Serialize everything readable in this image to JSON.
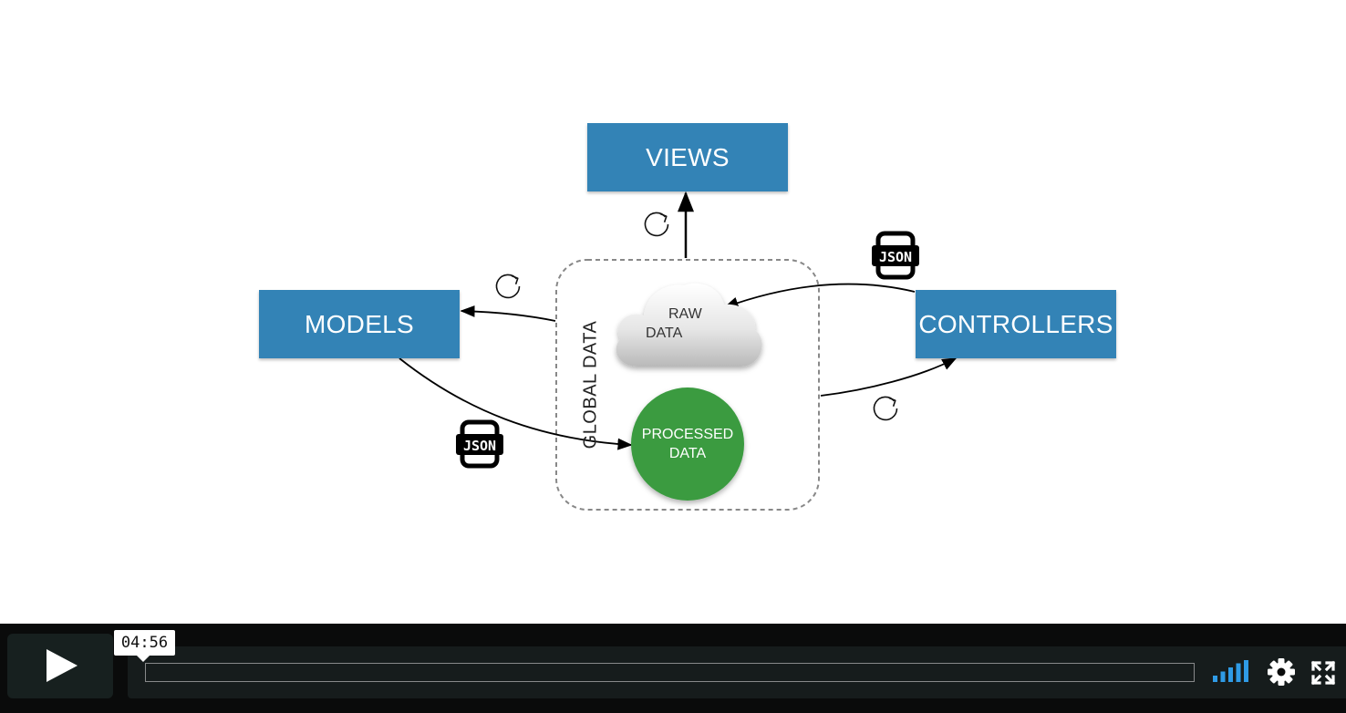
{
  "diagram": {
    "views_label": "VIEWS",
    "models_label": "MODELS",
    "controllers_label": "CONTROLLERS",
    "global_data_label": "GLOBAL DATA",
    "raw_data_line1": "RAW",
    "raw_data_line2": "DATA",
    "processed_data_line1": "PROCESSED",
    "processed_data_line2": "DATA",
    "json_badge_text": "JSON",
    "box_color": "#3383b6",
    "processed_color": "#3b9b41",
    "icons": [
      "refresh-icon",
      "json-file-icon"
    ]
  },
  "player": {
    "time_display": "04:56",
    "progress_fraction": 0,
    "volume_bars_total": 5,
    "volume_bars_active": 5,
    "accent_color": "#2f9be6",
    "icons": [
      "play-icon",
      "volume-icon",
      "gear-icon",
      "fullscreen-icon"
    ]
  }
}
